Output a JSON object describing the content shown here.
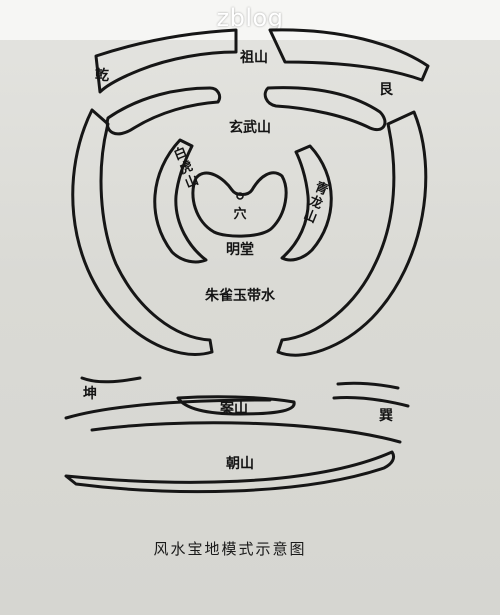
{
  "watermark": "zblog",
  "labels": {
    "zushan": "祖山",
    "qian": "乾",
    "gen": "艮",
    "xuanwu": "玄武山",
    "baihu": "白虎山",
    "qinglong": "青龙山",
    "xue": "穴",
    "mingtang": "明堂",
    "zhuque": "朱雀玉带水",
    "kun": "坤",
    "xun": "巽",
    "anshan": "案山",
    "chaoshan": "朝山"
  },
  "caption": "风水宝地模式示意图"
}
